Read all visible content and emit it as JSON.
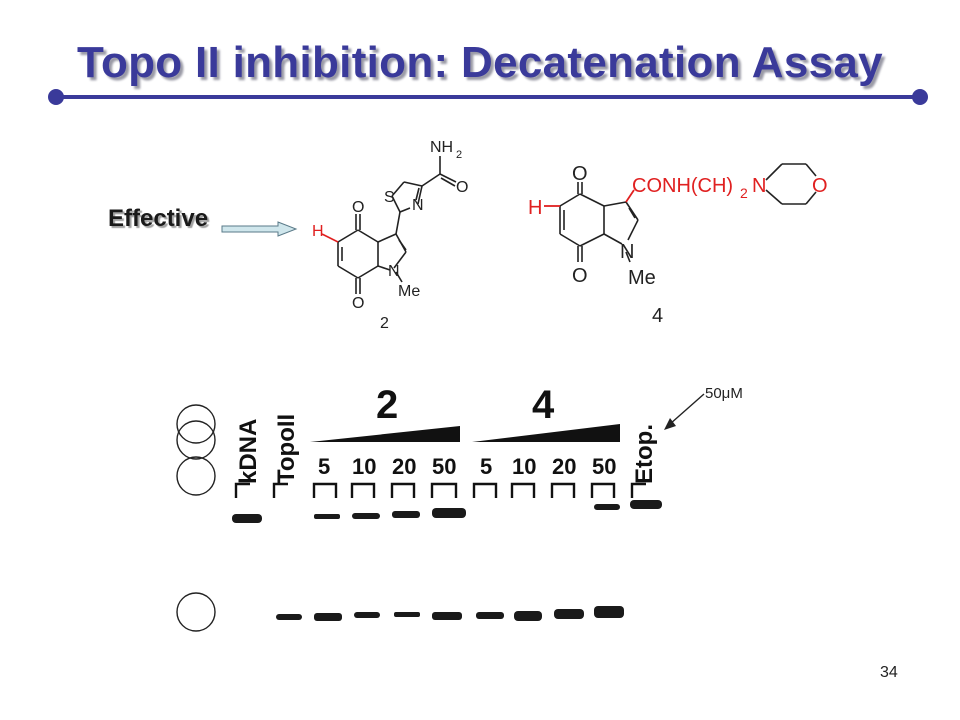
{
  "slide": {
    "title": "Topo II inhibition: Decatenation Assay",
    "page_number": "34",
    "accent_color": "#3a3a9a"
  },
  "label_effective": "Effective",
  "concentration_note": "50μM",
  "compound_2": {
    "number": "2",
    "atoms": {
      "H": "H",
      "O": "O",
      "N": "N",
      "S": "S",
      "Me": "Me",
      "NH": "NH",
      "sub2": "2"
    }
  },
  "compound_4": {
    "number": "4",
    "side_chain": "CONH(CH)",
    "side_chain_sub": "2",
    "atoms": {
      "H": "H",
      "O": "O",
      "N": "N",
      "Me": "Me"
    },
    "highlight_color": "#e02020"
  },
  "gel": {
    "lanes": [
      "kDNA",
      "TopoII",
      "Etop."
    ],
    "groups": [
      "2",
      "4"
    ],
    "concentrations": [
      "5",
      "10",
      "20",
      "50",
      "5",
      "10",
      "20",
      "50"
    ]
  }
}
